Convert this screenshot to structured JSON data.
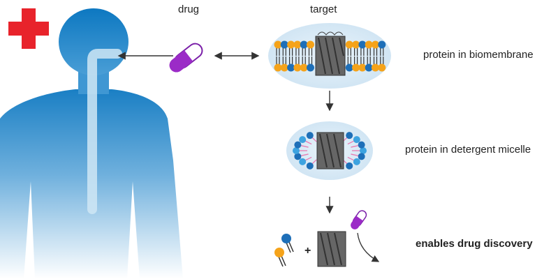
{
  "diagram": {
    "header_drug": "drug",
    "header_target": "target",
    "step_labels": [
      "protein in biomembrane",
      "protein in detergent micelle",
      "enables drug discovery"
    ],
    "plus_sign": "+",
    "icons": [
      "red-cross-icon",
      "human-silhouette",
      "drug-capsule-icon",
      "lipid-icon",
      "membrane-protein-icon"
    ]
  },
  "colors": {
    "cross": "#e8232b",
    "body_top": "#1a7fc4",
    "body_light": "#cfe6f5",
    "capsule": "#9b2bc7",
    "lipid_blue": "#1e6fb8",
    "lipid_orange": "#f5a31a",
    "membrane_bg": "#d6e9f6",
    "protein": "#555555",
    "arrow": "#333333"
  }
}
